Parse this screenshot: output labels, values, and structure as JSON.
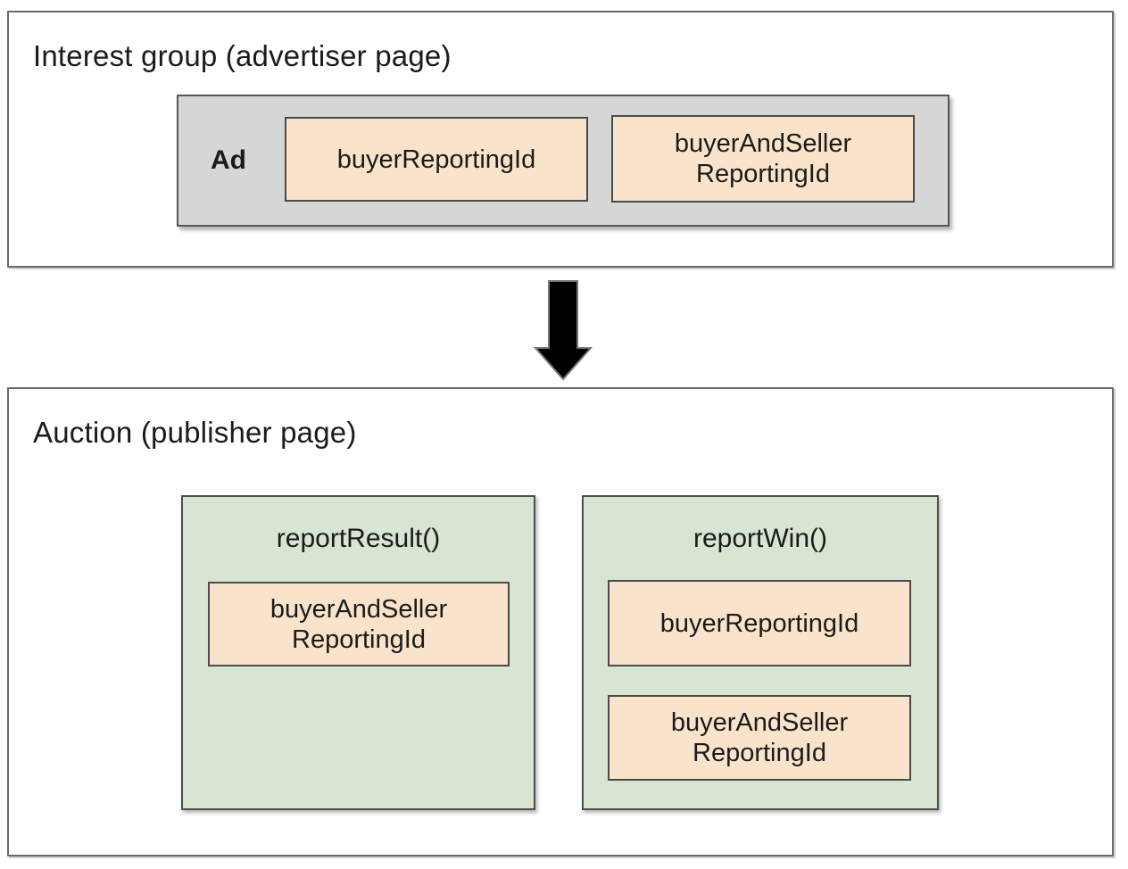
{
  "colors": {
    "field_fill": "#f9e4cb",
    "field_border": "#4a4a4a",
    "function_fill": "#d8e5d2",
    "function_border": "#4f4f4f",
    "ad_fill": "#d5d6d6",
    "ad_border": "#565656",
    "panel_border": "#6a6a6a",
    "text": "#1b1b1b",
    "arrow_fill": "#000000",
    "arrow_stroke": "#767676"
  },
  "interest_group": {
    "title": "Interest group (advertiser page)",
    "ad": {
      "label": "Ad",
      "fields": [
        "buyerReportingId",
        "buyerAndSeller\nReportingId"
      ]
    }
  },
  "arrow": {
    "direction": "down"
  },
  "auction": {
    "title": "Auction (publisher page)",
    "functions": [
      {
        "name": "reportResult()",
        "fields": [
          "buyerAndSeller\nReportingId"
        ]
      },
      {
        "name": "reportWin()",
        "fields": [
          "buyerReportingId",
          "buyerAndSeller\nReportingId"
        ]
      }
    ]
  }
}
